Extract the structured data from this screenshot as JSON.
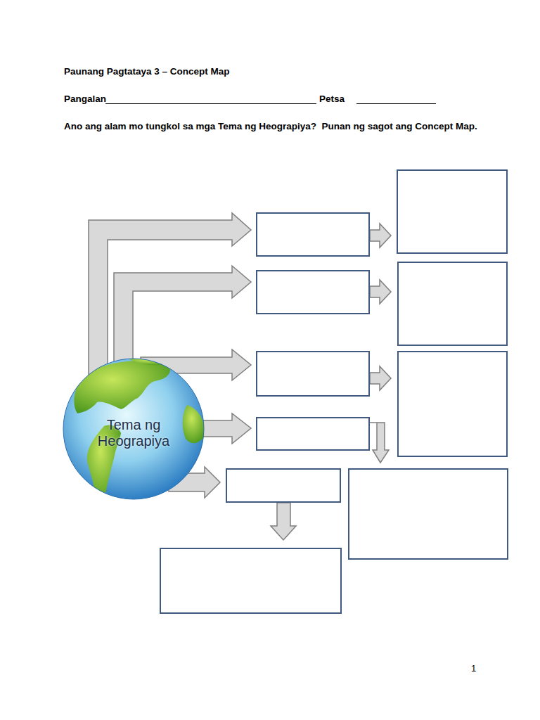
{
  "diagram": {
    "title": "Paunang Pagtataya 3 – Concept Map",
    "nodes": [
      {
        "text": [
          "Tema ng Heograpiya"
        ]
      }
    ],
    "labels": [
      "Pangalan",
      "Petsa",
      "Ano ang alam mo tungkol sa mga Tema ng Heograpiya?  Punan ng sagot ang Concept Map.",
      "1"
    ]
  }
}
